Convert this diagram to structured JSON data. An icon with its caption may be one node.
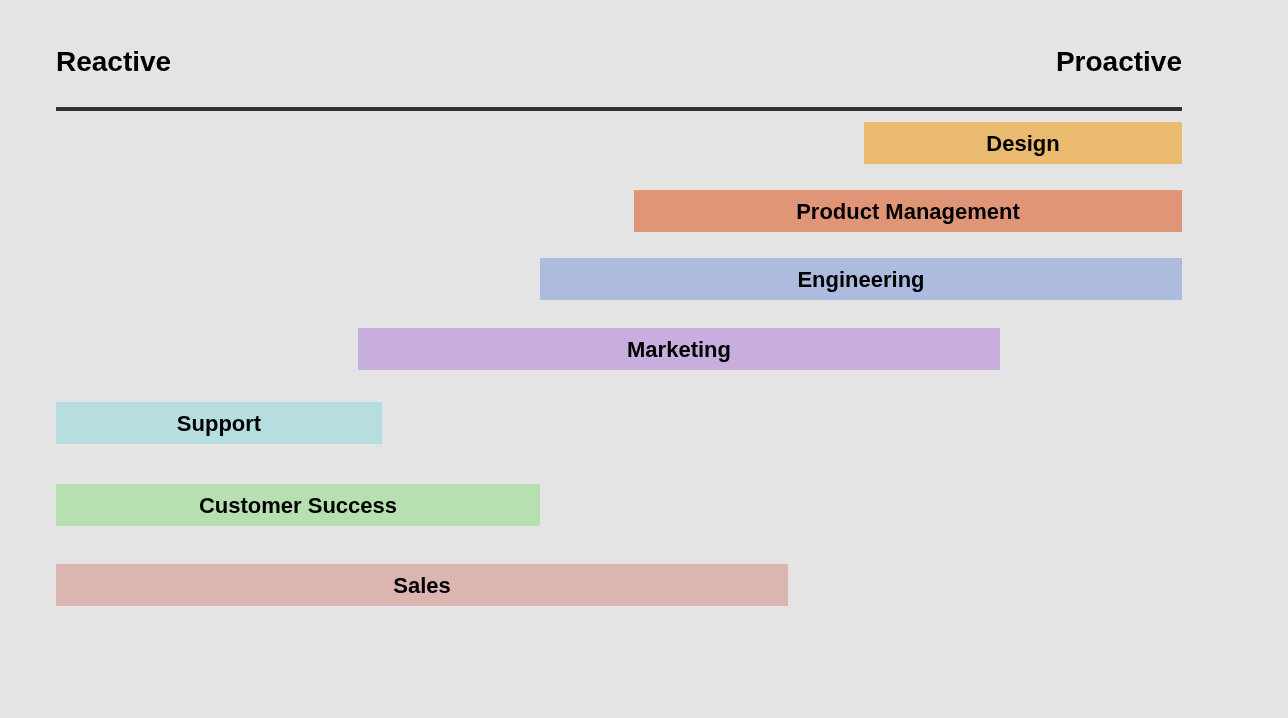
{
  "diagram": {
    "nodes": [
      {
        "text": [
          "Design"
        ]
      },
      {
        "text": [
          "Product Management"
        ]
      },
      {
        "text": [
          "Engineering"
        ]
      },
      {
        "text": [
          "Marketing"
        ]
      },
      {
        "text": [
          "Support"
        ]
      },
      {
        "text": [
          "Customer Success"
        ]
      },
      {
        "text": [
          "Sales"
        ]
      }
    ],
    "labels": [
      "Reactive",
      "Proactive"
    ]
  }
}
